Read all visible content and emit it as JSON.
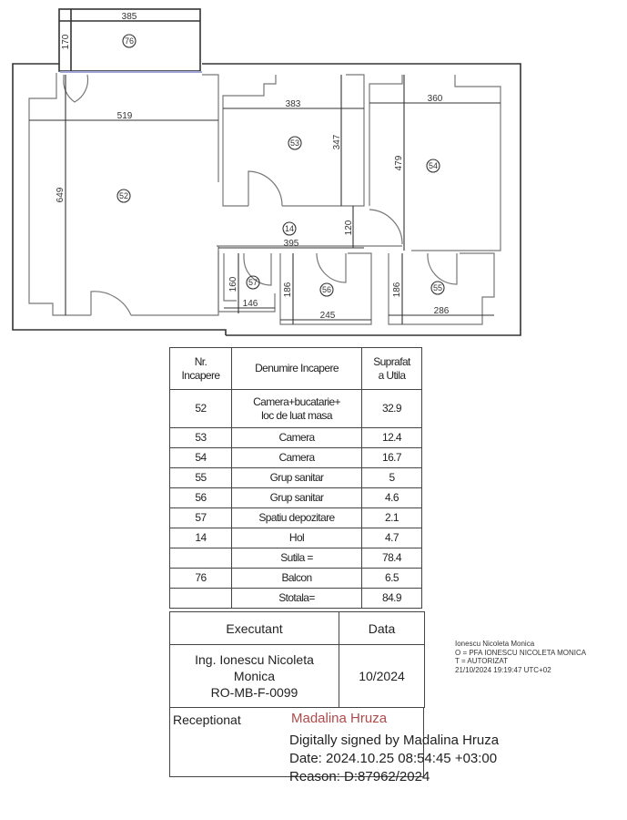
{
  "floor_plan": {
    "rooms": [
      {
        "id": "76",
        "name": "Balcon"
      },
      {
        "id": "52",
        "name": "Camera+bucatarie+loc de luat masa"
      },
      {
        "id": "53",
        "name": "Camera"
      },
      {
        "id": "54",
        "name": "Camera"
      },
      {
        "id": "14",
        "name": "Hol"
      },
      {
        "id": "57",
        "name": "Spatiu depozitare"
      },
      {
        "id": "56",
        "name": "Grup sanitar"
      },
      {
        "id": "55",
        "name": "Grup sanitar"
      }
    ],
    "dimensions": {
      "balcony_width": "385",
      "balcony_depth": "170",
      "room52_width": "519",
      "room52_height": "649",
      "room53_width": "383",
      "room53_height": "347",
      "room54_width": "360",
      "room54_height": "479",
      "hall_width": "395",
      "hall_depth": "120",
      "room57_height": "160",
      "room57_width": "146",
      "room56_height": "186",
      "room56_width": "245",
      "room55_height": "186",
      "room55_width": "286"
    }
  },
  "table": {
    "headers": {
      "nr": "Nr. Incapere",
      "nr_line1": "Nr.",
      "nr_line2": "Incapere",
      "name": "Denumire Incapere",
      "area_line1": "Suprafat",
      "area_line2": "a Utila"
    },
    "rows": [
      {
        "nr": "52",
        "name_line1": "Camera+bucatarie+",
        "name_line2": "loc de luat masa",
        "area": "32.9"
      },
      {
        "nr": "53",
        "name": "Camera",
        "area": "12.4"
      },
      {
        "nr": "54",
        "name": "Camera",
        "area": "16.7"
      },
      {
        "nr": "55",
        "name": "Grup sanitar",
        "area": "5"
      },
      {
        "nr": "56",
        "name": "Grup sanitar",
        "area": "4.6"
      },
      {
        "nr": "57",
        "name": "Spatiu depozitare",
        "area": "2.1"
      },
      {
        "nr": "14",
        "name": "Hol",
        "area": "4.7"
      },
      {
        "nr": "",
        "name": "Sutila =",
        "area": "78.4"
      },
      {
        "nr": "76",
        "name": "Balcon",
        "area": "6.5"
      },
      {
        "nr": "",
        "name": "Stotala=",
        "area": "84.9"
      }
    ]
  },
  "signature_block": {
    "executant_label": "Executant",
    "data_label": "Data",
    "executant_line1": "Ing. Ionescu Nicoleta",
    "executant_line2": "Monica",
    "executant_line3": "RO-MB-F-0099",
    "date": "10/2024",
    "receptionat_label": "Receptionat"
  },
  "certificate": {
    "line1": "Ionescu Nicoleta Monica",
    "line2": "O = PFA IONESCU NICOLETA MONICA",
    "line3": "T = AUTORIZAT",
    "line4": "21/10/2024 19:19:47 UTC+02"
  },
  "digital_signature": {
    "signer_name": "Madalina Hruza",
    "line1": "Digitally signed by Madalina Hruza",
    "line2": "Date: 2024.10.25 08:54:45 +03:00",
    "line3": "Reason: D:87962/2024",
    "signer_color": "#b04a4a"
  }
}
